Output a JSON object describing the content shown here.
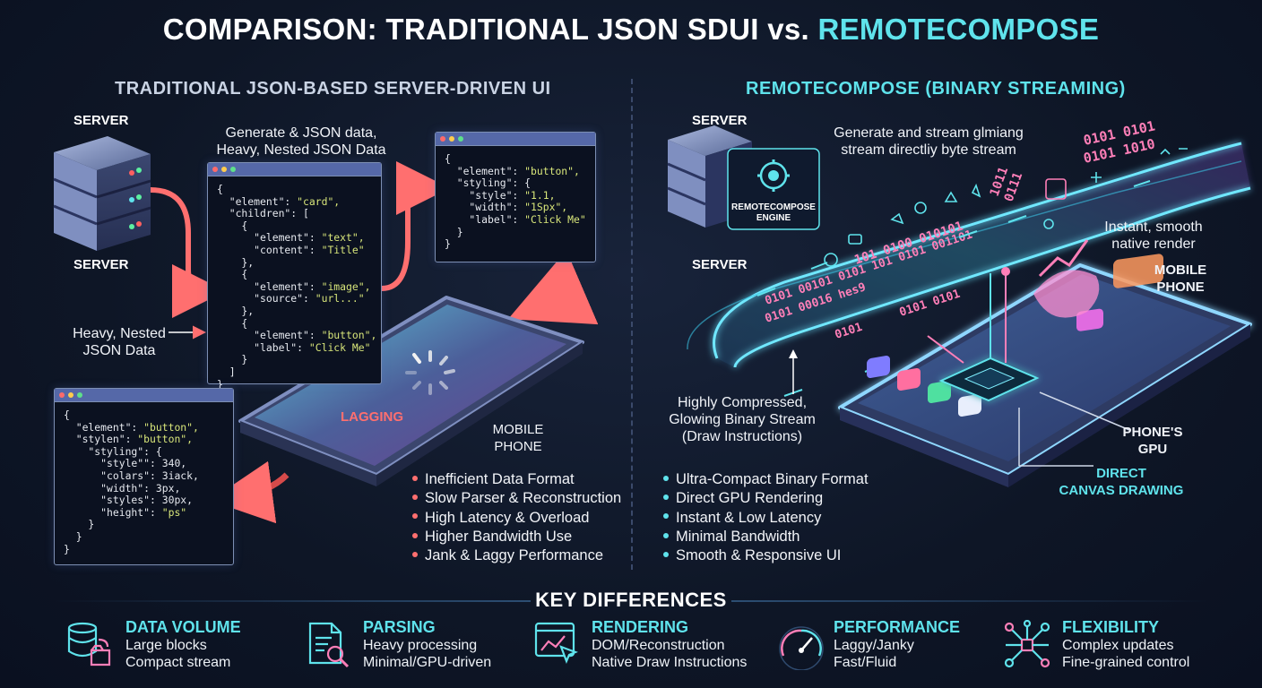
{
  "title": {
    "main": "COMPARISON: TRADITIONAL JSON SDUI vs. ",
    "accent": "REMOTECOMPOSE"
  },
  "colors": {
    "accent_cyan": "#5fe3ec",
    "accent_red": "#ff6f6f",
    "accent_pink": "#ff7fb8",
    "background": "#0e1626"
  },
  "left": {
    "heading": "TRADITIONAL JSON-BASED SERVER-DRIVEN UI",
    "server_label_top": "SERVER",
    "server_label_bottom": "SERVER",
    "generate_caption": [
      "Generate & JSON data,",
      "Heavy, Nested JSON Data"
    ],
    "heavy_caption": [
      "Heavy, Nested",
      "JSON Data"
    ],
    "lagging": "LAGGING",
    "phone_label": [
      "MOBILE",
      "PHONE"
    ],
    "code_main": [
      "{",
      "  \"element\": \"card\",",
      "  \"children\": [",
      "    {",
      "      \"element\": \"text\",",
      "      \"content\": \"Title\"",
      "    },",
      "    {",
      "      \"element\": \"image\",",
      "      \"source\": \"url...\"",
      "    },",
      "    {",
      "      \"element\": \"button\",",
      "      \"label\": \"Click Me\"",
      "    }",
      "  ]",
      "}"
    ],
    "code_right": [
      "{",
      "  \"element\": \"button\",",
      "  \"styling\": {",
      "    \"style\": \"1.1,",
      "    \"width\": \"1Spx\",",
      "    \"label\": \"Click Me\"",
      "  }",
      "}"
    ],
    "code_bottom": [
      "{",
      "  \"element\": \"button\",",
      "  \"stylen\": \"button\",",
      "    \"styling\": {",
      "      \"style\"\": 340,",
      "      \"colars\": 3iack,",
      "      \"width\": 3px,",
      "      \"styles\": 30px,",
      "      \"height\": \"ps\"",
      "    }",
      "  }",
      "}"
    ],
    "bullets": [
      "Inefficient Data Format",
      "Slow Parser & Reconstruction",
      "High Latency & Overload",
      "Higher Bandwidth Use",
      "Jank & Laggy Performance"
    ]
  },
  "right": {
    "heading": "REMOTECOMPOSE (BINARY STREAMING)",
    "server_label_top": "SERVER",
    "server_label_bottom": "SERVER",
    "engine_label": [
      "REMOTECOMPOSE",
      "ENGINE"
    ],
    "stream_caption": [
      "Generate and stream glmiang",
      "stream directliy byte stream"
    ],
    "instant_caption": [
      "Instant, smooth",
      "native render"
    ],
    "phone_label": [
      "MOBILE",
      "PHONE"
    ],
    "binary_caption": [
      "Highly Compressed,",
      "Glowing Binary Stream",
      "(Draw Instructions)"
    ],
    "gpu_label": [
      "PHONE'S",
      "GPU"
    ],
    "direct_label": [
      "DIRECT",
      "CANVAS DRAWING"
    ],
    "stream_strings": [
      "0101 0101",
      "1011",
      "0111",
      "0101 1010",
      "101 0100 010101",
      "0101 00101 0101 101 0101 001101",
      "0101 00016 hes9",
      "0101",
      "0101 0101"
    ],
    "bullets": [
      "Ultra-Compact Binary Format",
      "Direct GPU Rendering",
      "Instant & Low Latency",
      "Minimal Bandwidth",
      "Smooth & Responsive UI"
    ]
  },
  "key_differences": {
    "heading": "KEY DIFFERENCES",
    "items": [
      {
        "icon": "database-icon",
        "title": "DATA VOLUME",
        "line1": "Large blocks",
        "line2": "Compact stream"
      },
      {
        "icon": "document-search-icon",
        "title": "PARSING",
        "line1": "Heavy processing",
        "line2": "Minimal/GPU-driven"
      },
      {
        "icon": "render-window-icon",
        "title": "RENDERING",
        "line1": "DOM/Reconstruction",
        "line2": "Native Draw Instructions"
      },
      {
        "icon": "speedometer-icon",
        "title": "PERFORMANCE",
        "line1": "Laggy/Janky",
        "line2": "Fast/Fluid"
      },
      {
        "icon": "network-nodes-icon",
        "title": "FLEXIBILITY",
        "line1": "Complex updates",
        "line2": "Fine-grained control"
      }
    ]
  }
}
